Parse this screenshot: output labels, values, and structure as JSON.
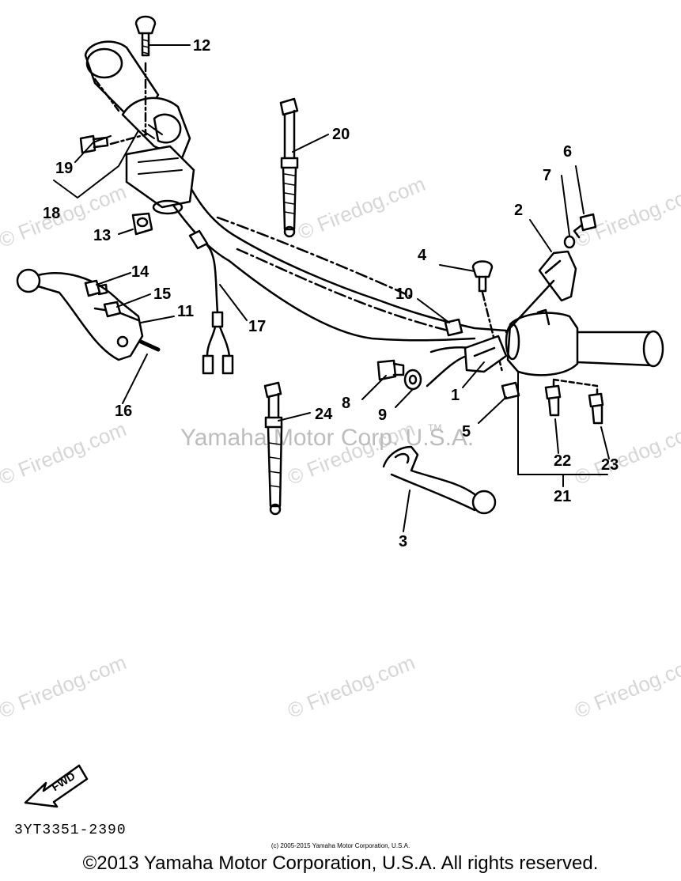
{
  "labels": {
    "p1": "1",
    "p2": "2",
    "p3": "3",
    "p4": "4",
    "p5": "5",
    "p6": "6",
    "p7": "7",
    "p8": "8",
    "p9": "9",
    "p10": "10",
    "p11": "11",
    "p12": "12",
    "p13": "13",
    "p14": "14",
    "p15": "15",
    "p16": "16",
    "p17": "17",
    "p18": "18",
    "p19": "19",
    "p20": "20",
    "p21": "21",
    "p22": "22",
    "p23": "23",
    "p24": "24"
  },
  "watermark": {
    "small": "© Firedog.com",
    "center": "Yamaha Motor Corp. U.S.A.",
    "trademark": "TM"
  },
  "fwd_label": "FWD",
  "part_number": "3YT3351-2390",
  "small_copyright": "(c) 2005-2015 Yamaha Motor Corporation, U.S.A.",
  "copyright": "©2013 Yamaha Motor Corporation, U.S.A. All rights reserved."
}
